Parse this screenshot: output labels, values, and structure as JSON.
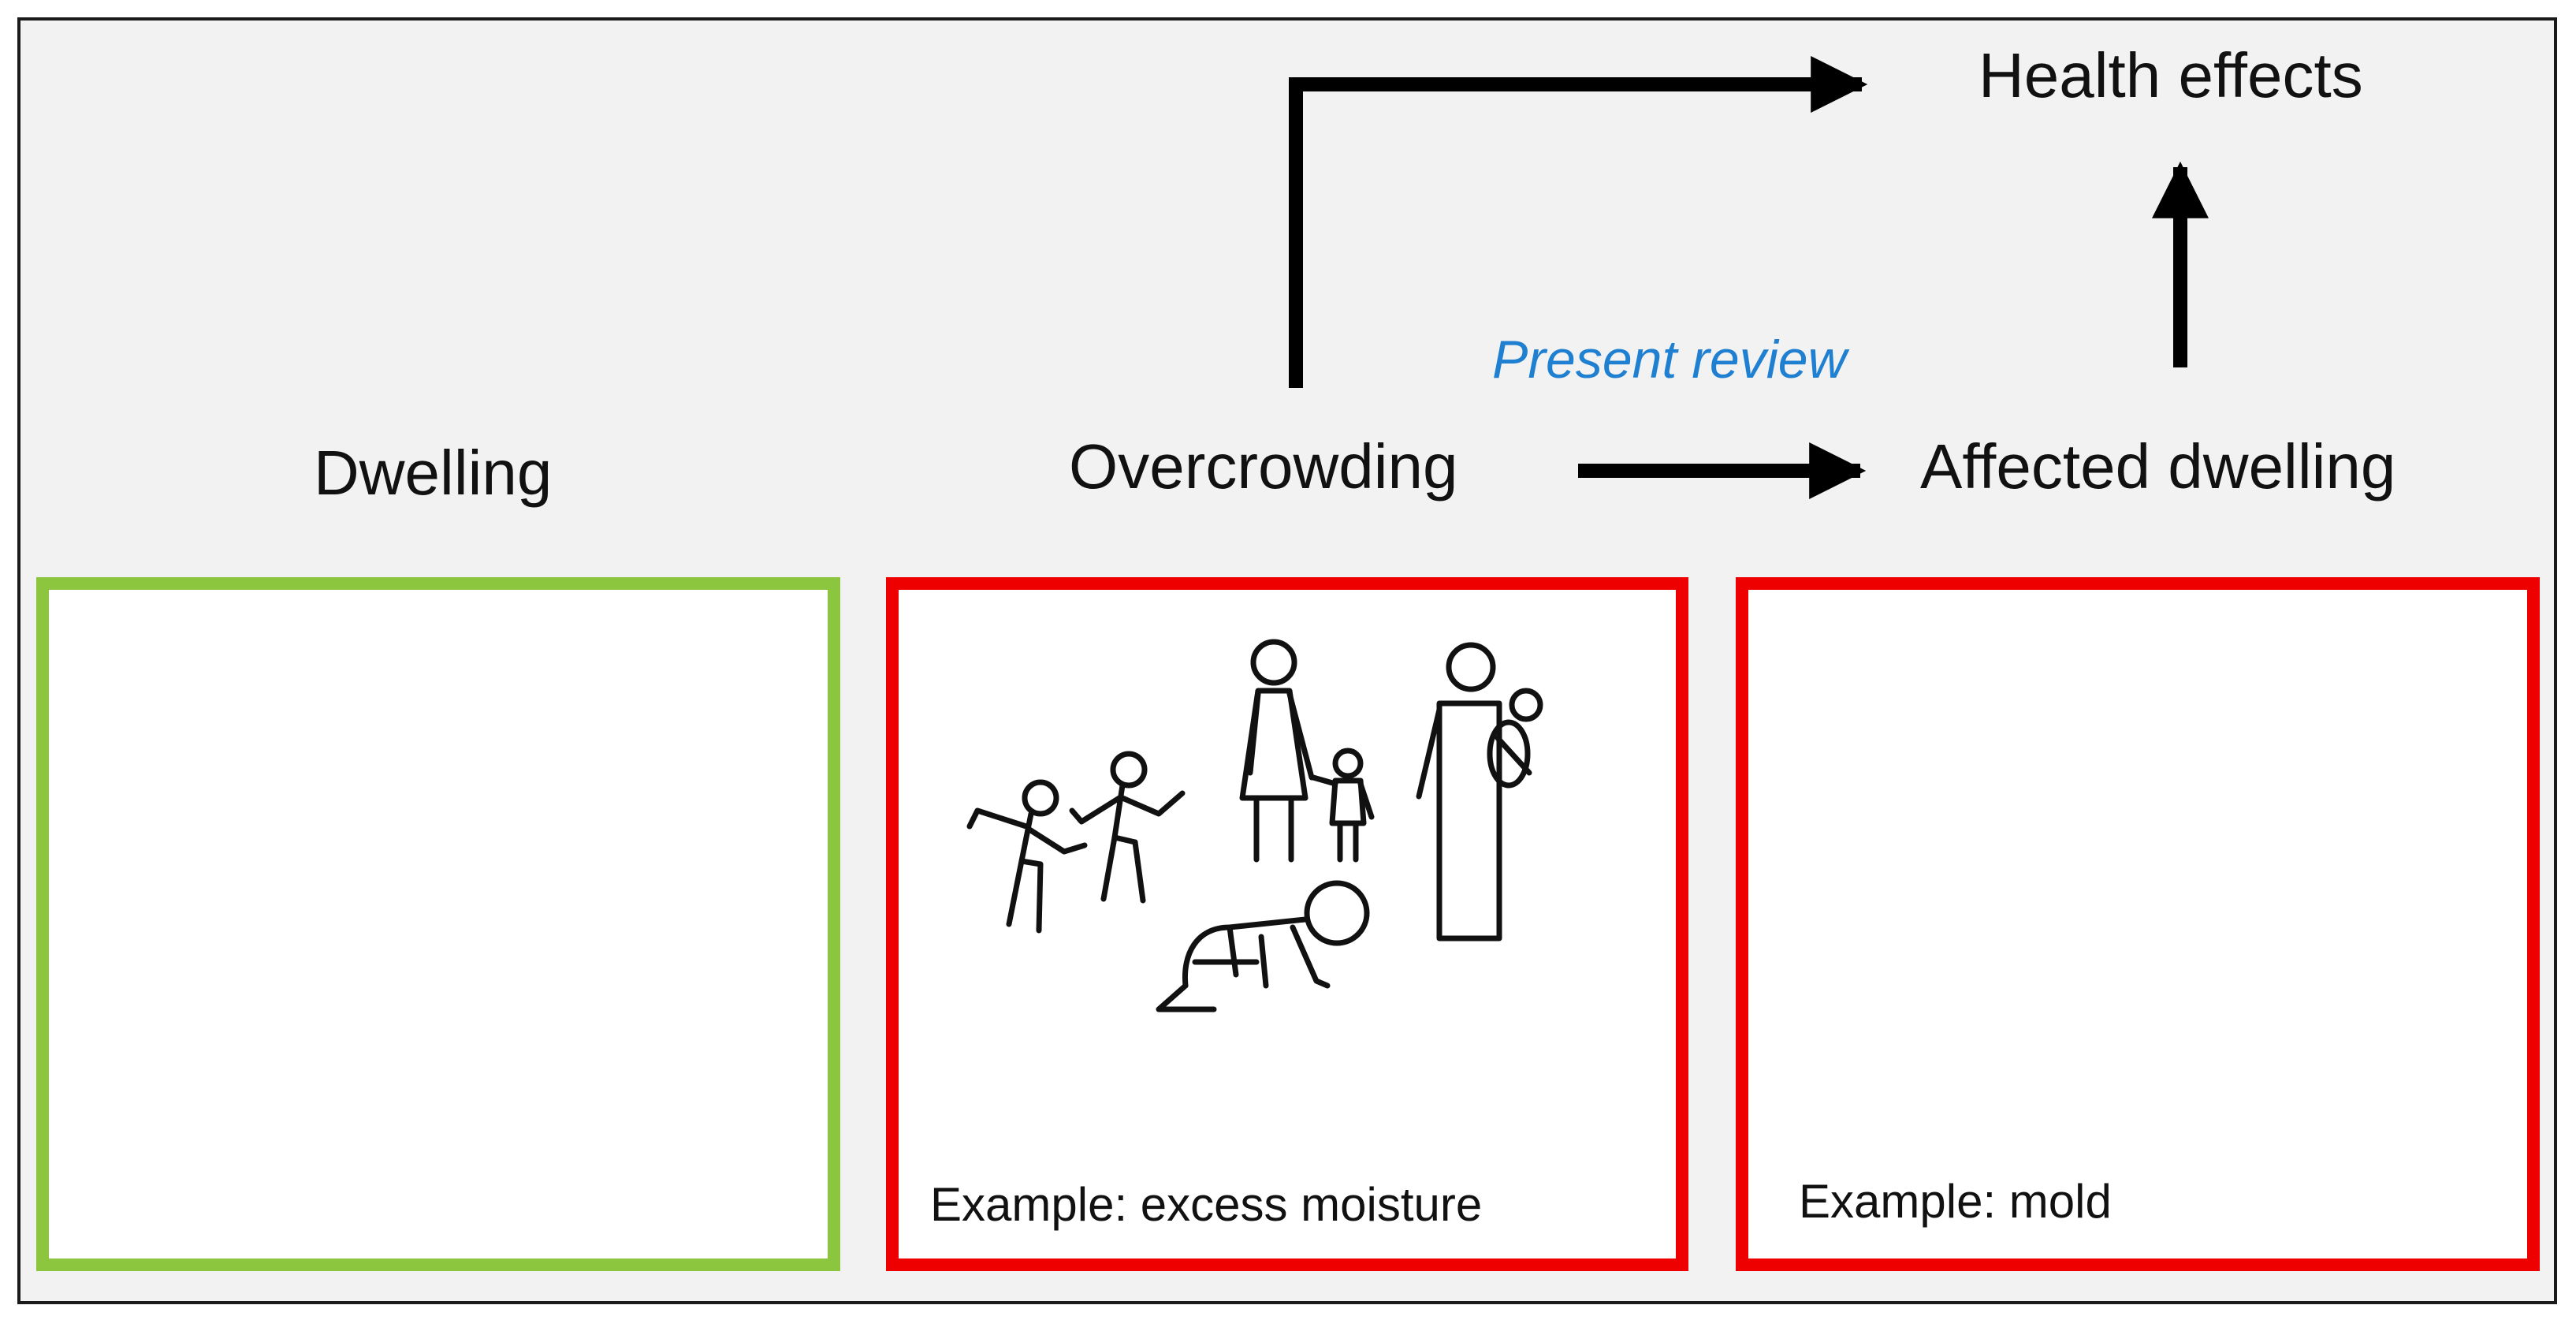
{
  "diagram": {
    "nodes": {
      "dwelling": "Dwelling",
      "overcrowding": "Overcrowding",
      "affected_dwelling": "Affected dwelling",
      "health_effects": "Health effects"
    },
    "annotation": "Present review",
    "captions": {
      "overcrowding_example": "Example: excess moisture",
      "affected_example": "Example: mold"
    },
    "edges": [
      {
        "from": "Overcrowding",
        "to": "Health effects"
      },
      {
        "from": "Overcrowding",
        "to": "Affected dwelling"
      },
      {
        "from": "Affected dwelling",
        "to": "Health effects"
      }
    ],
    "icons": [
      "family-crowd-icon"
    ],
    "colors": {
      "background": "#f2f2f2",
      "dwelling_border": "#8cc63f",
      "problem_border": "#ee0000",
      "annotation": "#1f7fd0",
      "arrow": "#000000"
    }
  }
}
